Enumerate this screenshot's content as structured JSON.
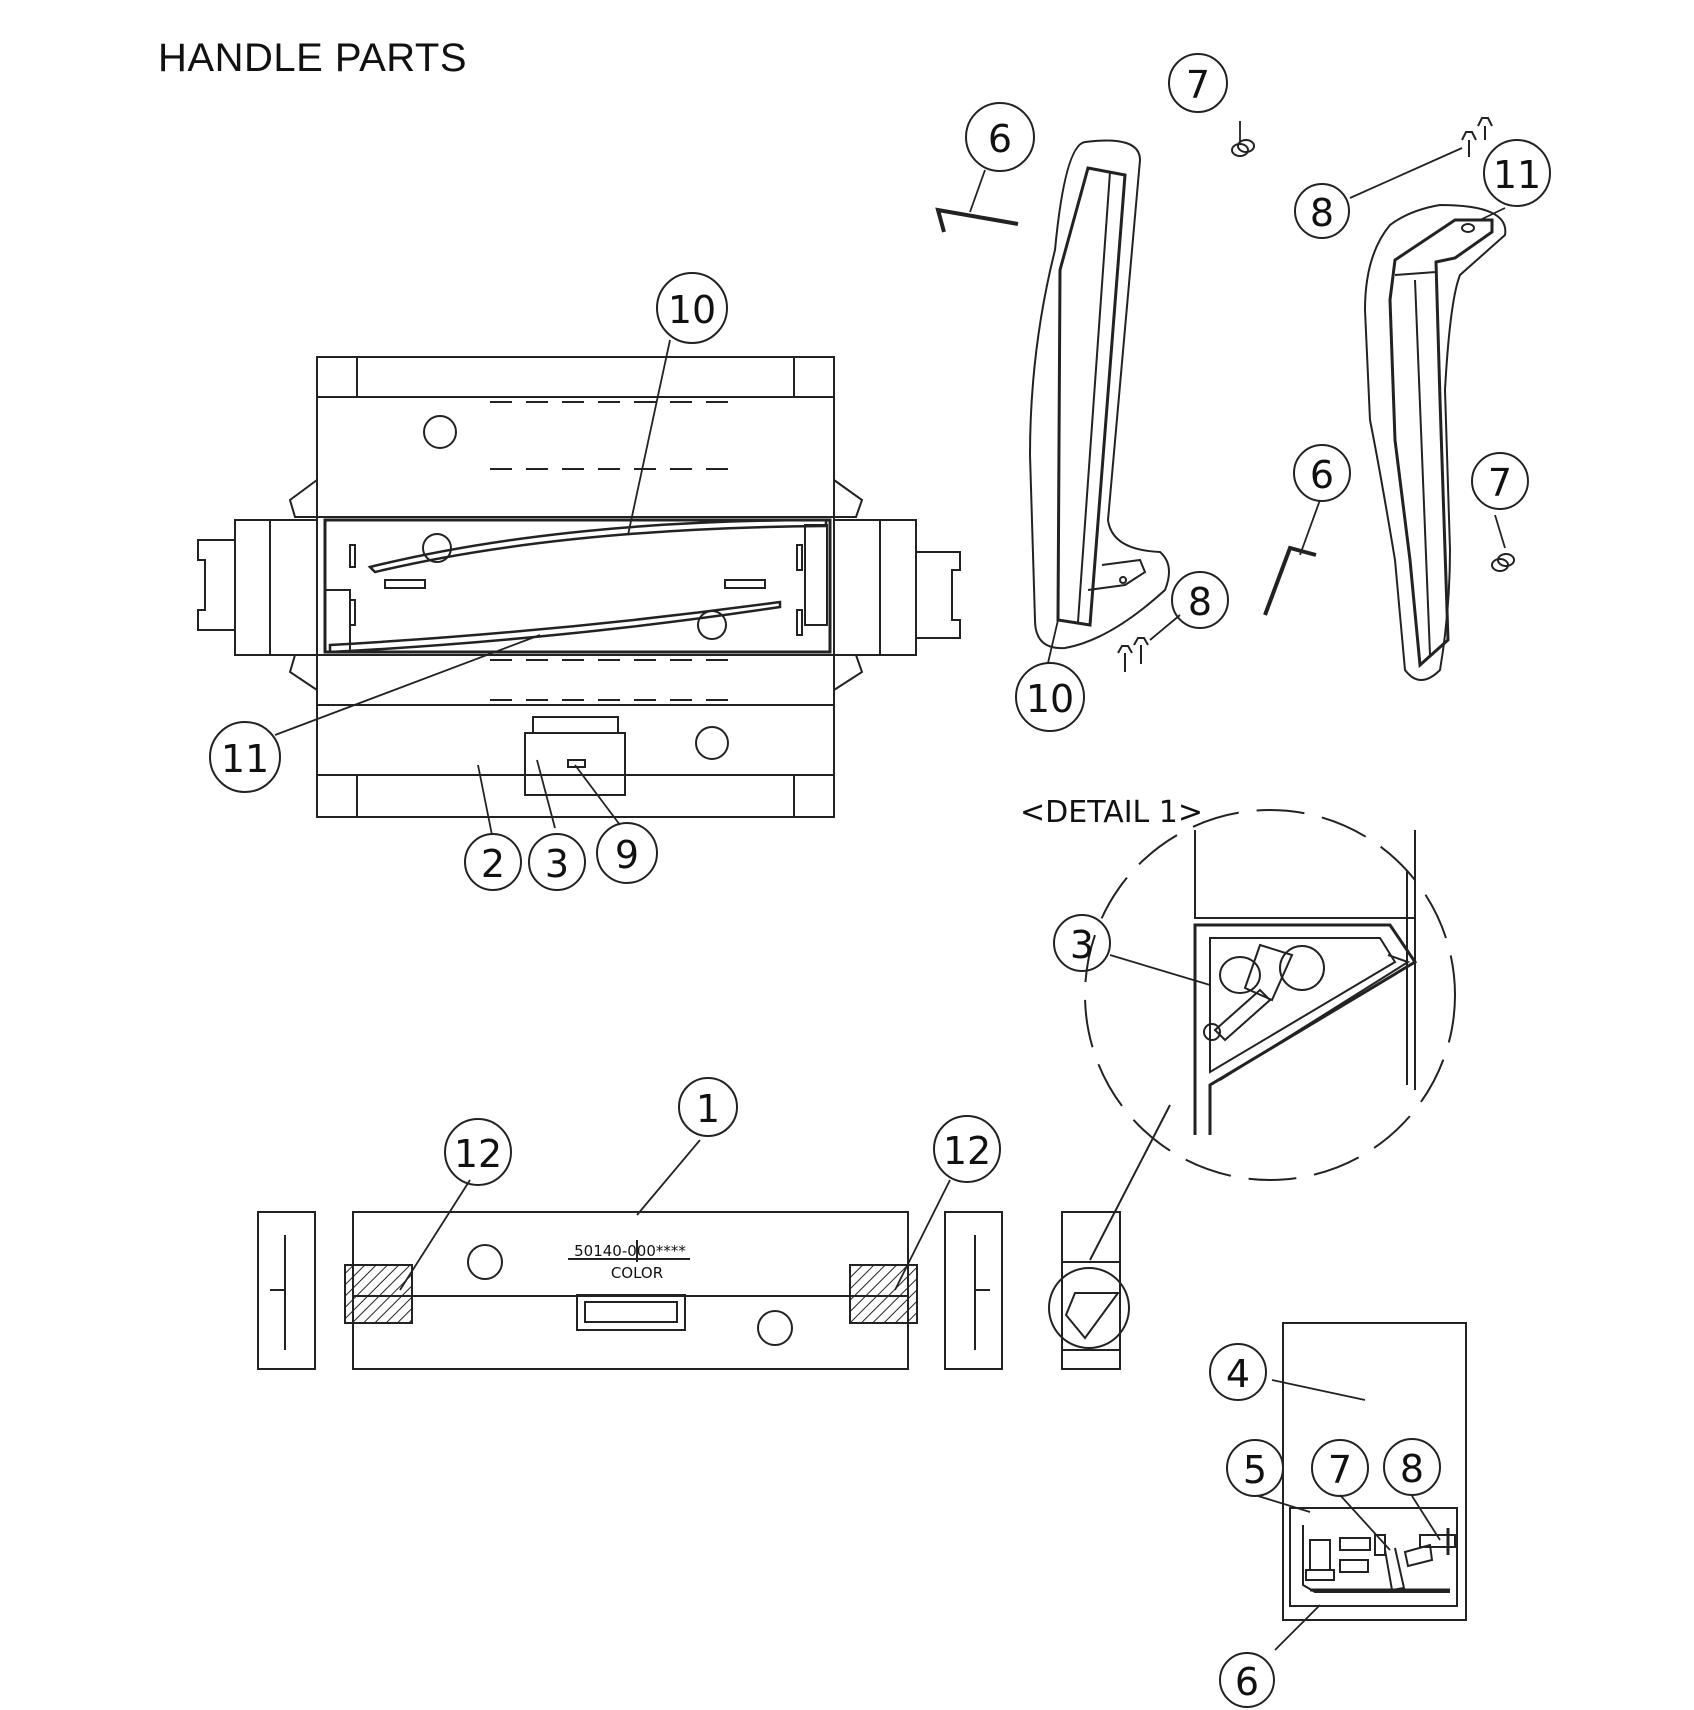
{
  "title": "HANDLE PARTS",
  "detail_label": "<DETAIL 1>",
  "label_part_no": "50140-000****",
  "label_color": "COLOR",
  "callouts": [
    {
      "id": "c-10-top",
      "num": "10"
    },
    {
      "id": "c-11-left",
      "num": "11"
    },
    {
      "id": "c-2",
      "num": "2"
    },
    {
      "id": "c-3-main",
      "num": "3"
    },
    {
      "id": "c-9",
      "num": "9"
    },
    {
      "id": "c-6-a",
      "num": "6"
    },
    {
      "id": "c-7-a",
      "num": "7"
    },
    {
      "id": "c-8-a",
      "num": "8"
    },
    {
      "id": "c-11-right",
      "num": "11"
    },
    {
      "id": "c-8-b",
      "num": "8"
    },
    {
      "id": "c-10-b",
      "num": "10"
    },
    {
      "id": "c-6-b",
      "num": "6"
    },
    {
      "id": "c-7-b",
      "num": "7"
    },
    {
      "id": "c-3-detail",
      "num": "3"
    },
    {
      "id": "c-1",
      "num": "1"
    },
    {
      "id": "c-12-a",
      "num": "12"
    },
    {
      "id": "c-12-b",
      "num": "12"
    },
    {
      "id": "c-4",
      "num": "4"
    },
    {
      "id": "c-5",
      "num": "5"
    },
    {
      "id": "c-7-c",
      "num": "7"
    },
    {
      "id": "c-8-c",
      "num": "8"
    },
    {
      "id": "c-6-c",
      "num": "6"
    }
  ]
}
